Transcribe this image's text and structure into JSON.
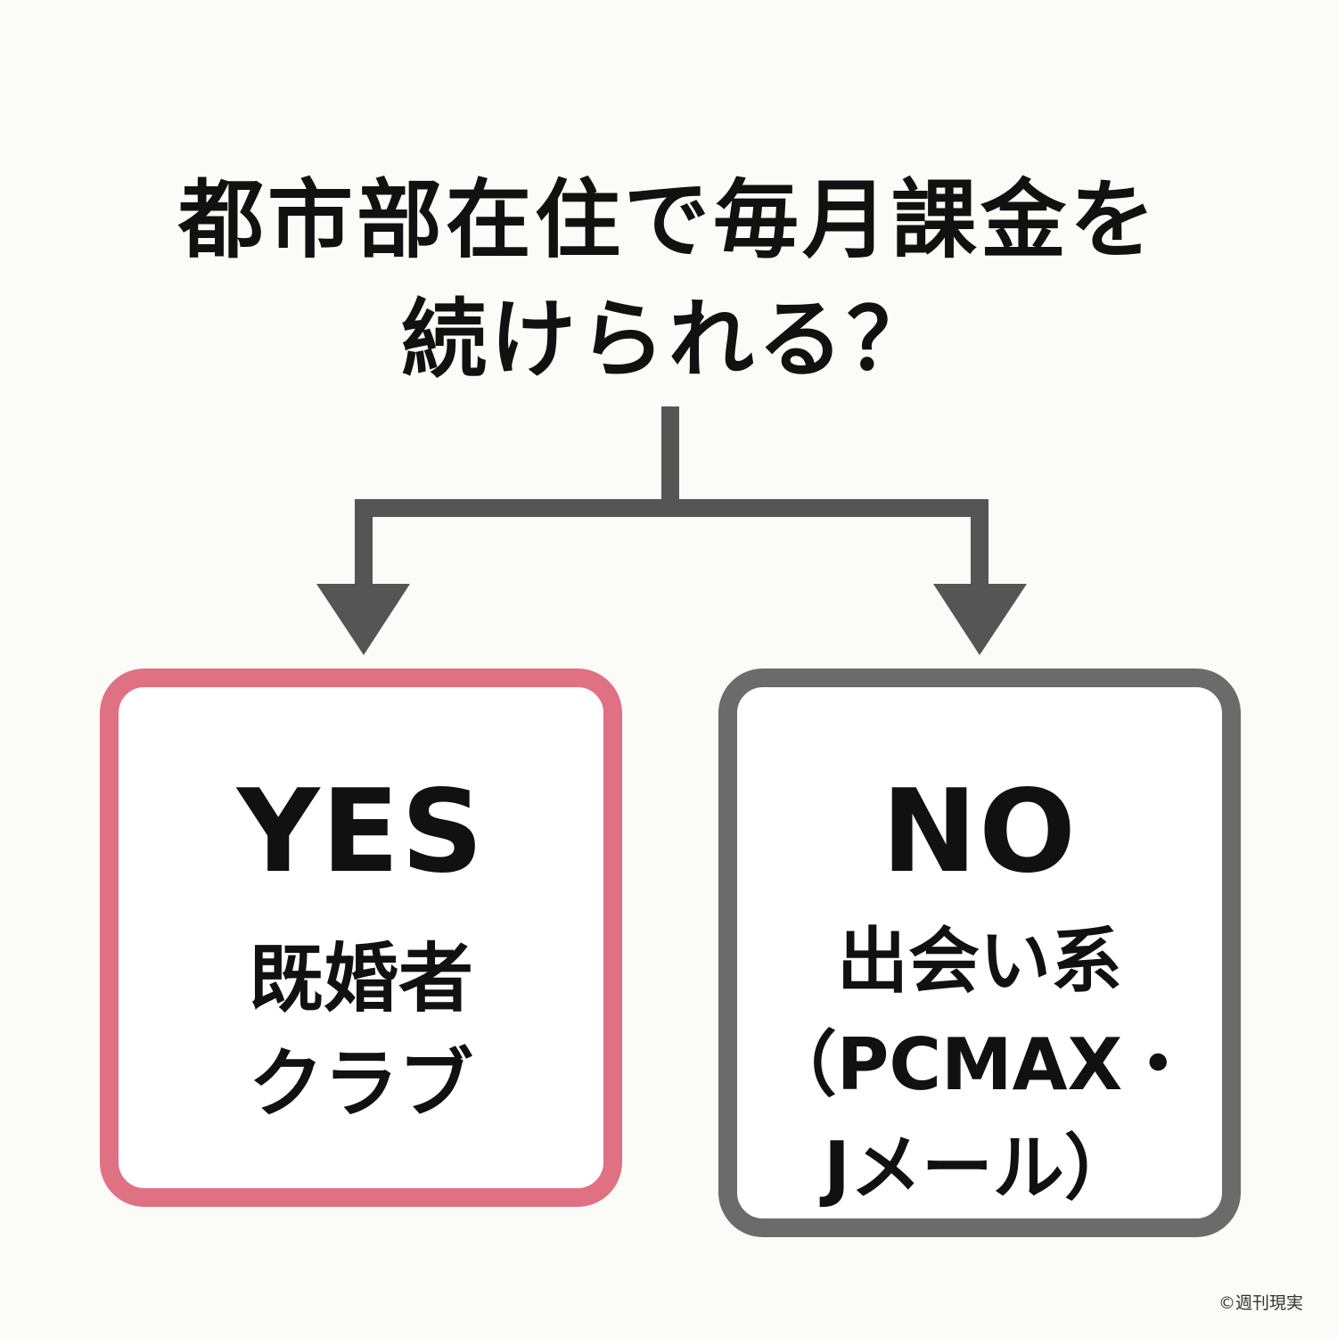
{
  "question": {
    "line1": "都市部在住で毎月課金を",
    "line2": "続けられる？"
  },
  "yes": {
    "answer": "YES",
    "result_line1": "既婚者",
    "result_line2": "クラブ"
  },
  "no": {
    "answer": "NO",
    "result_line1": "出会い系",
    "result_line2": "（PCMAX・",
    "result_line3": "Jメール）"
  },
  "credit": "©週刊現実",
  "colors": {
    "yes_border": "#e07182",
    "no_border": "#6b6b6b",
    "arrow": "#555555",
    "background": "#fbfbf8"
  }
}
